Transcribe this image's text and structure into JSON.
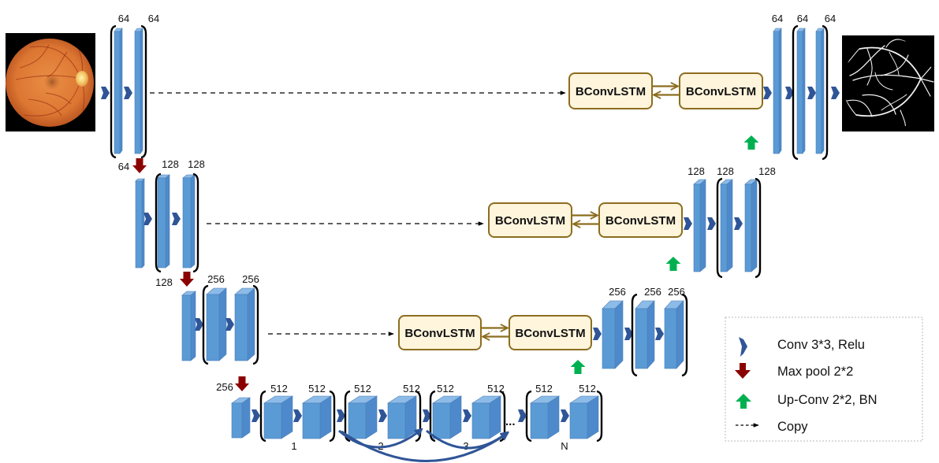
{
  "diagram": {
    "levels": [
      {
        "encoder_labels": [
          "64",
          "64"
        ],
        "bconvlstm": [
          "BConvLSTM",
          "BConvLSTM"
        ],
        "decoder_labels": [
          "64",
          "64",
          "64"
        ]
      },
      {
        "pool_input_label": "64",
        "encoder_labels": [
          "128",
          "128"
        ],
        "bconvlstm": [
          "BConvLSTM",
          "BConvLSTM"
        ],
        "decoder_labels": [
          "128",
          "128",
          "128"
        ]
      },
      {
        "pool_input_label": "128",
        "encoder_labels": [
          "256",
          "256"
        ],
        "bconvlstm": [
          "BConvLSTM",
          "BConvLSTM"
        ],
        "decoder_labels": [
          "256",
          "256",
          "256"
        ]
      }
    ],
    "bottleneck": {
      "pool_input_label": "256",
      "blocks": [
        {
          "index": "1",
          "labels": [
            "512",
            "512"
          ]
        },
        {
          "index": "2",
          "labels": [
            "512",
            "512"
          ]
        },
        {
          "index": "3",
          "labels": [
            "512",
            "512"
          ]
        },
        {
          "index": "N",
          "labels": [
            "512",
            "512"
          ]
        }
      ],
      "ellipsis": "..."
    }
  },
  "legend": {
    "items": [
      {
        "icon": "conv-arrow-icon",
        "label": "Conv 3*3, Relu"
      },
      {
        "icon": "max-pool-arrow-icon",
        "label": "Max pool 2*2"
      },
      {
        "icon": "up-conv-arrow-icon",
        "label": "Up-Conv 2*2, BN"
      },
      {
        "icon": "copy-dashed-arrow-icon",
        "label": "Copy"
      }
    ]
  },
  "colors": {
    "conv": "#2F5597",
    "max_pool": "#8B0000",
    "up_conv": "#00B050",
    "feature_map": "#5B9BD5",
    "feature_map_side": "#4E8ACB",
    "feature_map_top": "#8DBBE8",
    "bconvlstm_fill": "#FFF5DC",
    "bconvlstm_border": "#8C6D1F",
    "dense_skip": "#2F5597",
    "copy": "#000000"
  }
}
